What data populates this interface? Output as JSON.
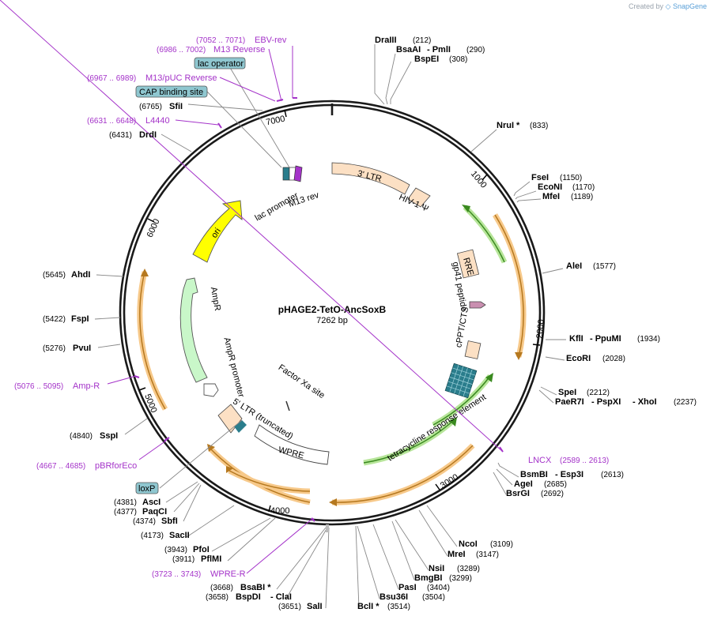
{
  "credit": {
    "created_by": "Created by",
    "brand": "SnapGene"
  },
  "plasmid": {
    "name": "pHAGE2-TetO-AncSoxB",
    "size": "7262 bp"
  },
  "ring_ticks": [
    "1000",
    "2000",
    "3000",
    "4000",
    "5000",
    "6000",
    "7000"
  ],
  "enzymes": [
    {
      "name": "DraIII",
      "pos": "(212)"
    },
    {
      "name": "BsaAI",
      "pos": ""
    },
    {
      "name": "- PmlI",
      "pos": "(290)"
    },
    {
      "name": "BspEI",
      "pos": "(308)"
    },
    {
      "name": "NruI *",
      "pos": "(833)"
    },
    {
      "name": "FseI",
      "pos": "(1150)"
    },
    {
      "name": "EcoNI",
      "pos": "(1170)"
    },
    {
      "name": "MfeI",
      "pos": "(1189)"
    },
    {
      "name": "AleI",
      "pos": "(1577)"
    },
    {
      "name": "KflI",
      "pos": ""
    },
    {
      "name": "- PpuMI",
      "pos": "(1934)"
    },
    {
      "name": "EcoRI",
      "pos": "(2028)"
    },
    {
      "name": "SpeI",
      "pos": "(2212)"
    },
    {
      "name": "PaeR7I",
      "pos": ""
    },
    {
      "name": "- PspXI",
      "pos": ""
    },
    {
      "name": "- XhoI",
      "pos": "(2237)"
    },
    {
      "name": "BsmBI",
      "pos": ""
    },
    {
      "name": "- Esp3I",
      "pos": "(2613)"
    },
    {
      "name": "AgeI",
      "pos": "(2685)"
    },
    {
      "name": "BsrGI",
      "pos": "(2692)"
    },
    {
      "name": "NcoI",
      "pos": "(3109)"
    },
    {
      "name": "MreI",
      "pos": "(3147)"
    },
    {
      "name": "NsiI",
      "pos": "(3289)"
    },
    {
      "name": "BmgBI",
      "pos": "(3299)"
    },
    {
      "name": "PasI",
      "pos": "(3404)"
    },
    {
      "name": "Bsu36I",
      "pos": "(3504)"
    },
    {
      "name": "BclI *",
      "pos": "(3514)"
    },
    {
      "name": "SalI",
      "pos": "(3651)"
    },
    {
      "name": "BspDI",
      "pos": "(3658)"
    },
    {
      "name": "- ClaI",
      "pos": ""
    },
    {
      "name": "BsaBI *",
      "pos": "(3668)"
    },
    {
      "name": "PflMI",
      "pos": "(3911)"
    },
    {
      "name": "PfoI",
      "pos": "(3943)"
    },
    {
      "name": "SacII",
      "pos": "(4173)"
    },
    {
      "name": "SbfI",
      "pos": "(4374)"
    },
    {
      "name": "PaqCI",
      "pos": "(4377)"
    },
    {
      "name": "AscI",
      "pos": "(4381)"
    },
    {
      "name": "SspI",
      "pos": "(4840)"
    },
    {
      "name": "PvuI",
      "pos": "(5276)"
    },
    {
      "name": "FspI",
      "pos": "(5422)"
    },
    {
      "name": "AhdI",
      "pos": "(5645)"
    },
    {
      "name": "DrdI",
      "pos": "(6431)"
    },
    {
      "name": "SfiI",
      "pos": "(6765)"
    }
  ],
  "primers": [
    {
      "name": "EBV-rev",
      "range": "(7052 .. 7071)"
    },
    {
      "name": "M13 Reverse",
      "range": "(6986 .. 7002)"
    },
    {
      "name": "M13/pUC Reverse",
      "range": "(6967 .. 6989)"
    },
    {
      "name": "L4440",
      "range": "(6631 .. 6648)"
    },
    {
      "name": "LNCX",
      "range": "(2589 .. 2613)"
    },
    {
      "name": "WPRE-R",
      "range": "(3723 .. 3743)"
    },
    {
      "name": "pBRforEco",
      "range": "(4667 .. 4685)"
    },
    {
      "name": "Amp-R",
      "range": "(5076 .. 5095)"
    }
  ],
  "boxed_features": [
    "lac operator",
    "CAP binding site",
    "loxP"
  ],
  "features": [
    {
      "name": "3' LTR"
    },
    {
      "name": "HIV-1 Ψ"
    },
    {
      "name": "RRE"
    },
    {
      "name": "gp41 peptide"
    },
    {
      "name": "cPPT/CTS"
    },
    {
      "name": "tetracycline response element"
    },
    {
      "name": "WPRE"
    },
    {
      "name": "Factor Xa site"
    },
    {
      "name": "5' LTR (truncated)"
    },
    {
      "name": "AmpR promoter"
    },
    {
      "name": "AmpR"
    },
    {
      "name": "ori"
    },
    {
      "name": "lac promoter"
    },
    {
      "name": "M13 rev"
    }
  ],
  "colors": {
    "backbone": "#1a1a1a",
    "ltr": "#fce0c4",
    "orf_halo": "#f7c98a",
    "orf_arrow": "#b5781f",
    "green_halo": "#b7e59a",
    "green_arrow": "#3a8a1f",
    "ampr": "#c9f7c9",
    "ori": "#ffff00",
    "tre": "#2a7d8c",
    "primer": "#a433c9",
    "boxed": "#8fc7d0",
    "gp41": "#c98fb0"
  }
}
